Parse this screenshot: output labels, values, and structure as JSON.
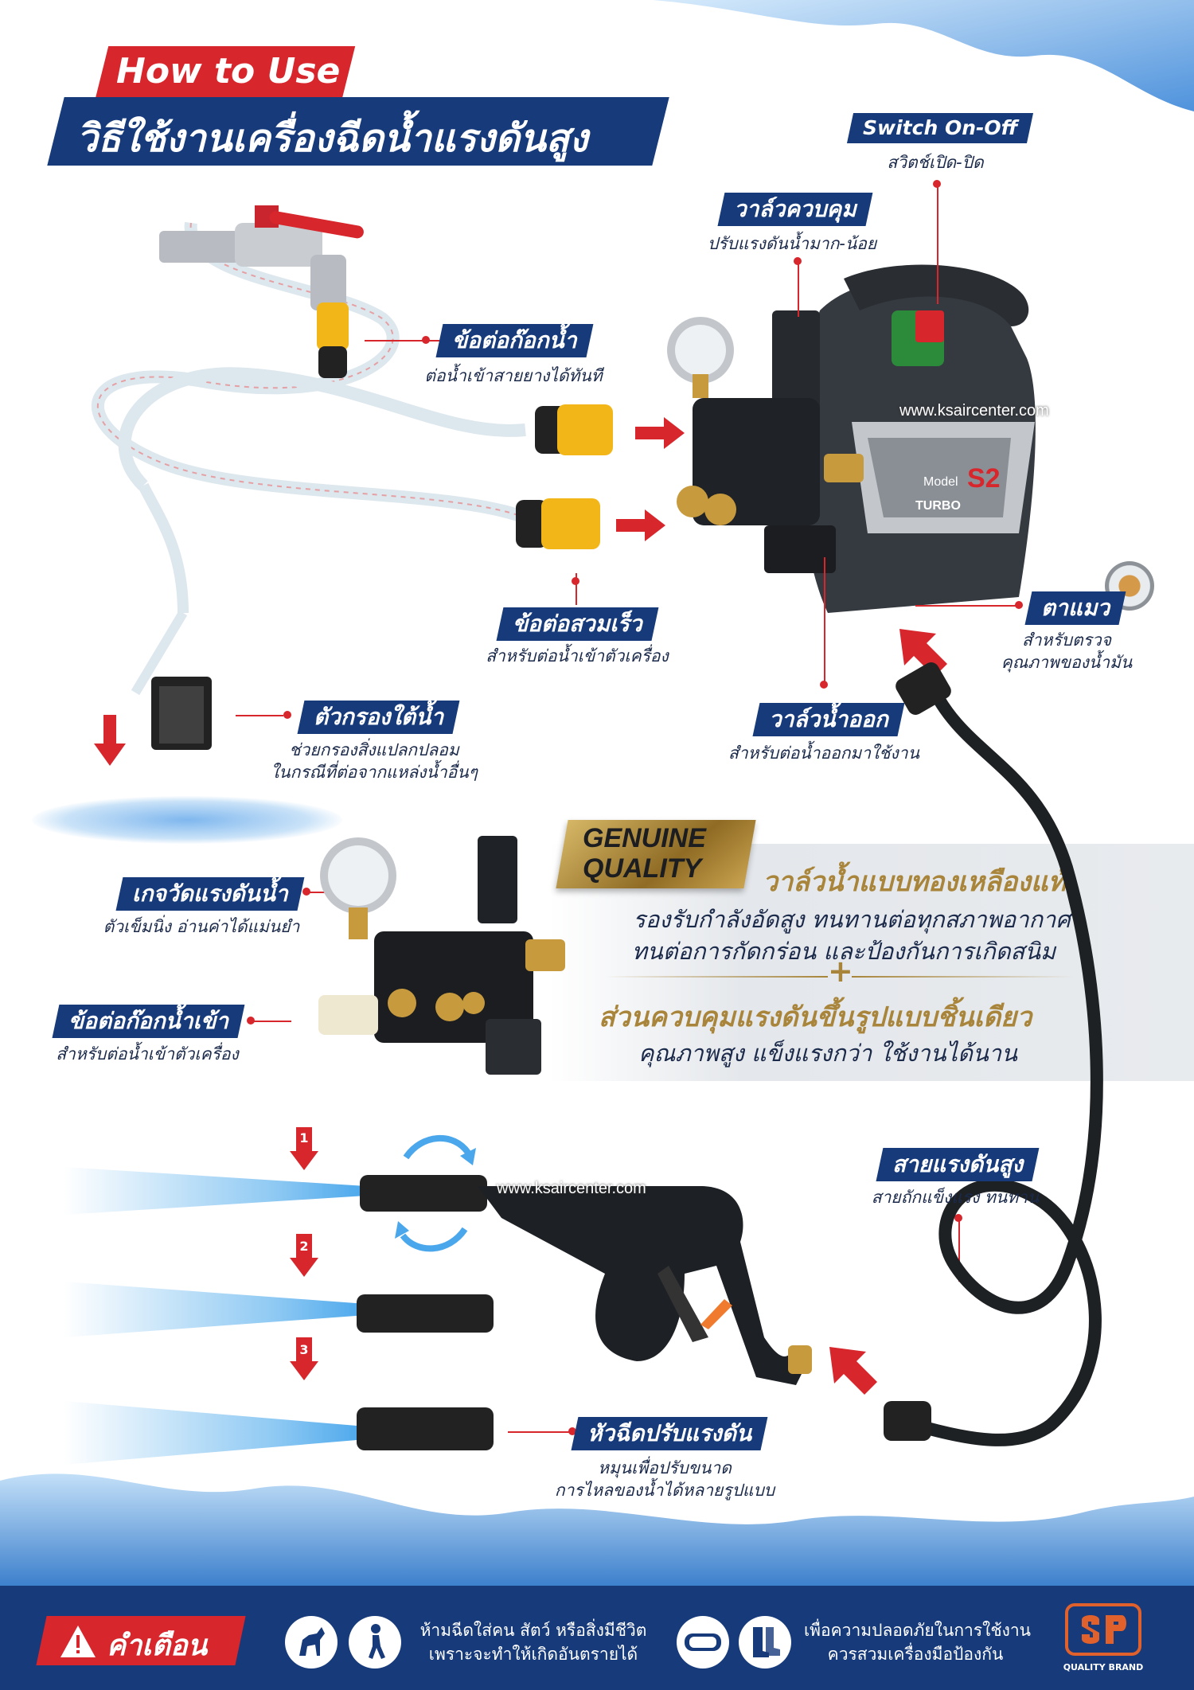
{
  "header": {
    "how_to_use": "How to Use",
    "title_th": "วิธีใช้งานเครื่องฉีดน้ำแรงดันสูง"
  },
  "labels": {
    "switch": {
      "title": "Switch On-Off",
      "desc": "สวิตช์เปิด-ปิด"
    },
    "control_valve": {
      "title": "วาล์วควบคุม",
      "desc": "ปรับแรงดันน้ำมาก-น้อย"
    },
    "faucet_connector": {
      "title": "ข้อต่อก๊อกน้ำ",
      "desc": "ต่อน้ำเข้าสายยางได้ทันที"
    },
    "quick_connector": {
      "title": "ข้อต่อสวมเร็ว",
      "desc": "สำหรับต่อน้ำเข้าตัวเครื่อง"
    },
    "sight_glass": {
      "title": "ตาแมว",
      "desc1": "สำหรับตรวจ",
      "desc2": "คุณภาพของน้ำมัน"
    },
    "outlet_valve": {
      "title": "วาล์วน้ำออก",
      "desc": "สำหรับต่อน้ำออกมาใช้งาน"
    },
    "filter": {
      "title": "ตัวกรองใต้น้ำ",
      "desc1": "ช่วยกรองสิ่งแปลกปลอม",
      "desc2": "ในกรณีที่ต่อจากแหล่งน้ำอื่นๆ"
    },
    "gauge": {
      "title": "เกจวัดแรงดันน้ำ",
      "desc": "ตัวเข็มนิ่ง อ่านค่าได้แม่นยำ"
    },
    "inlet_connector": {
      "title": "ข้อต่อก๊อกน้ำเข้า",
      "desc": "สำหรับต่อน้ำเข้าตัวเครื่อง"
    },
    "hose": {
      "title": "สายแรงดันสูง",
      "desc": "สายถักแข็งแรง ทนทาน"
    },
    "nozzle": {
      "title": "หัวฉีดปรับแรงดัน",
      "desc1": "หมุนเพื่อปรับขนาด",
      "desc2": "การไหลของน้ำได้หลายรูปแบบ"
    }
  },
  "genuine": {
    "badge_line1": "GENUINE",
    "badge_line2": "QUALITY",
    "heading1": "วาล์วน้ำแบบทองเหลืองแท้",
    "line1": "รองรับกำลังอัดสูง ทนทานต่อทุกสภาพอากาศ",
    "line2": "ทนต่อการกัดกร่อน และป้องกันการเกิดสนิม",
    "plus": "+",
    "heading2": "ส่วนควบคุมแรงดันขึ้นรูปแบบชิ้นเดียว",
    "line3": "คุณภาพสูง แข็งแรงกว่า ใช้งานได้นาน"
  },
  "machine": {
    "model_label": "Model",
    "model": "S2",
    "brand": "TURBO"
  },
  "watermark": "www.ksaircenter.com",
  "steps": [
    "1",
    "2",
    "3"
  ],
  "footer": {
    "warning": "คำเตือน",
    "text1_line1": "ห้ามฉีดใส่คน สัตว์ หรือสิ่งมีชีวิต",
    "text1_line2": "เพราะจะทำให้เกิดอันตรายได้",
    "text2_line1": "เพื่อความปลอดภัยในการใช้งาน",
    "text2_line2": "ควรสวมเครื่องมือป้องกัน",
    "brand_caption": "QUALITY BRAND"
  },
  "colors": {
    "navy": "#163a7a",
    "red": "#d7262c",
    "gold": "#a8853a",
    "yellow": "#f2b619"
  }
}
